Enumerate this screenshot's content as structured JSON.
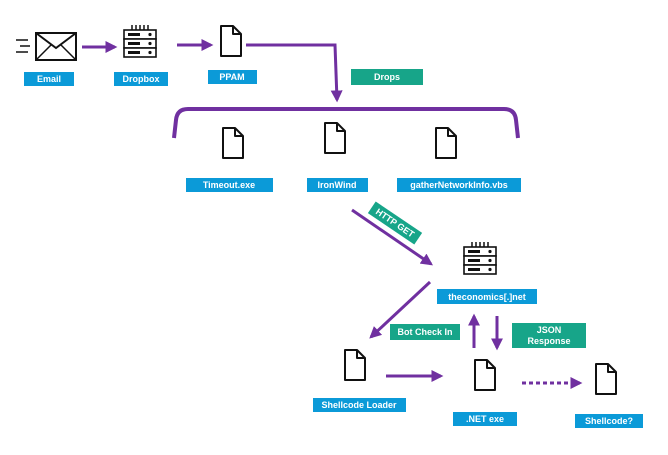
{
  "colors": {
    "arrow": "#7030a0",
    "label_blue": "#0b9ad8",
    "label_teal": "#17a589",
    "icon_stroke": "#111111"
  },
  "icons": {
    "email": "envelope-icon",
    "server": "server-icon",
    "file": "file-icon"
  },
  "nodes": {
    "email": "Email",
    "dropbox": "Dropbox",
    "ppam": "PPAM",
    "timeout": "Timeout.exe",
    "ironwind": "IronWind",
    "gather": "gatherNetworkInfo.vbs",
    "c2": "theconomics[.]net",
    "shellcode_loader": "Shellcode Loader",
    "dotnet": ".NET exe",
    "shellcode": "Shellcode?"
  },
  "edges": {
    "drops": "Drops",
    "http_get": "HTTP GET",
    "bot_check_in": "Bot Check In",
    "json_response_line1": "JSON",
    "json_response_line2": "Response"
  }
}
